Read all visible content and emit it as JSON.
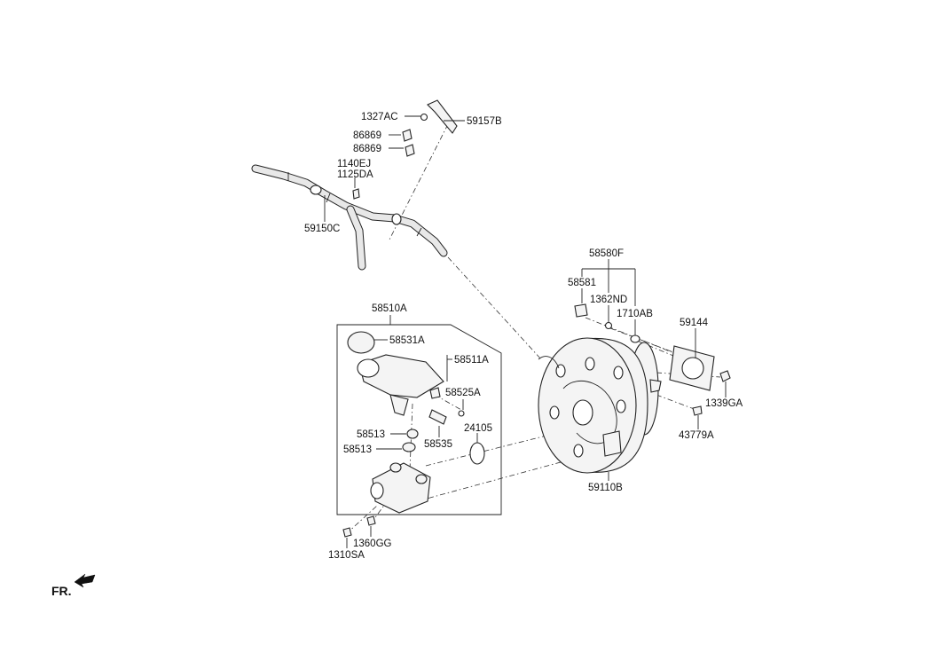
{
  "diagram": {
    "labels": {
      "p1327AC": "1327AC",
      "p59157B": "59157B",
      "p86869a": "86869",
      "p86869b": "86869",
      "p1140EJ": "1140EJ",
      "p1125DA": "1125DA",
      "p59150C": "59150C",
      "p58580F": "58580F",
      "p58581": "58581",
      "p1362ND": "1362ND",
      "p1710AB": "1710AB",
      "p59144": "59144",
      "p1339GA": "1339GA",
      "p43779A": "43779A",
      "p59110B": "59110B",
      "p58510A": "58510A",
      "p58531A": "58531A",
      "p58511A": "58511A",
      "p58525A": "58525A",
      "p24105": "24105",
      "p58535": "58535",
      "p58513a": "58513",
      "p58513b": "58513",
      "p1360GG": "1360GG",
      "p1310SA": "1310SA"
    },
    "orientation": "FR."
  }
}
